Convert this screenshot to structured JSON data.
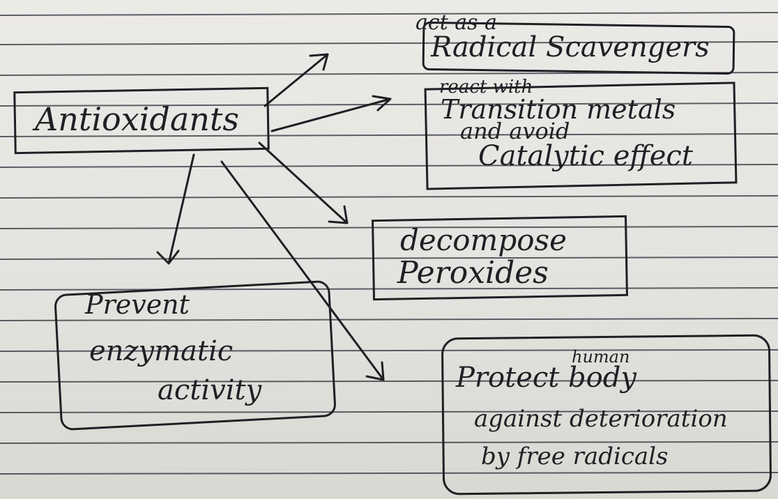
{
  "diagram": {
    "central_node": {
      "label": "Antioxidants"
    },
    "nodes": [
      {
        "id": "radical-scavengers",
        "annotation": "act as a",
        "label": "Radical Scavengers"
      },
      {
        "id": "transition-metals",
        "annotation": "react with",
        "lines": [
          "Transition metals",
          "and avoid",
          "Catalytic effect"
        ]
      },
      {
        "id": "decompose-peroxides",
        "lines": [
          "decompose",
          "Peroxides"
        ]
      },
      {
        "id": "prevent-enzymatic",
        "lines": [
          "Prevent",
          "enzymatic",
          "activity"
        ]
      },
      {
        "id": "protect-body",
        "insertion": "human",
        "lines": [
          "Protect body",
          "against deterioration",
          "by free radicals"
        ]
      }
    ]
  },
  "colors": {
    "paper": "#e9e8e4",
    "ink": "#1f1f24",
    "rule": "#2c2f3a"
  }
}
